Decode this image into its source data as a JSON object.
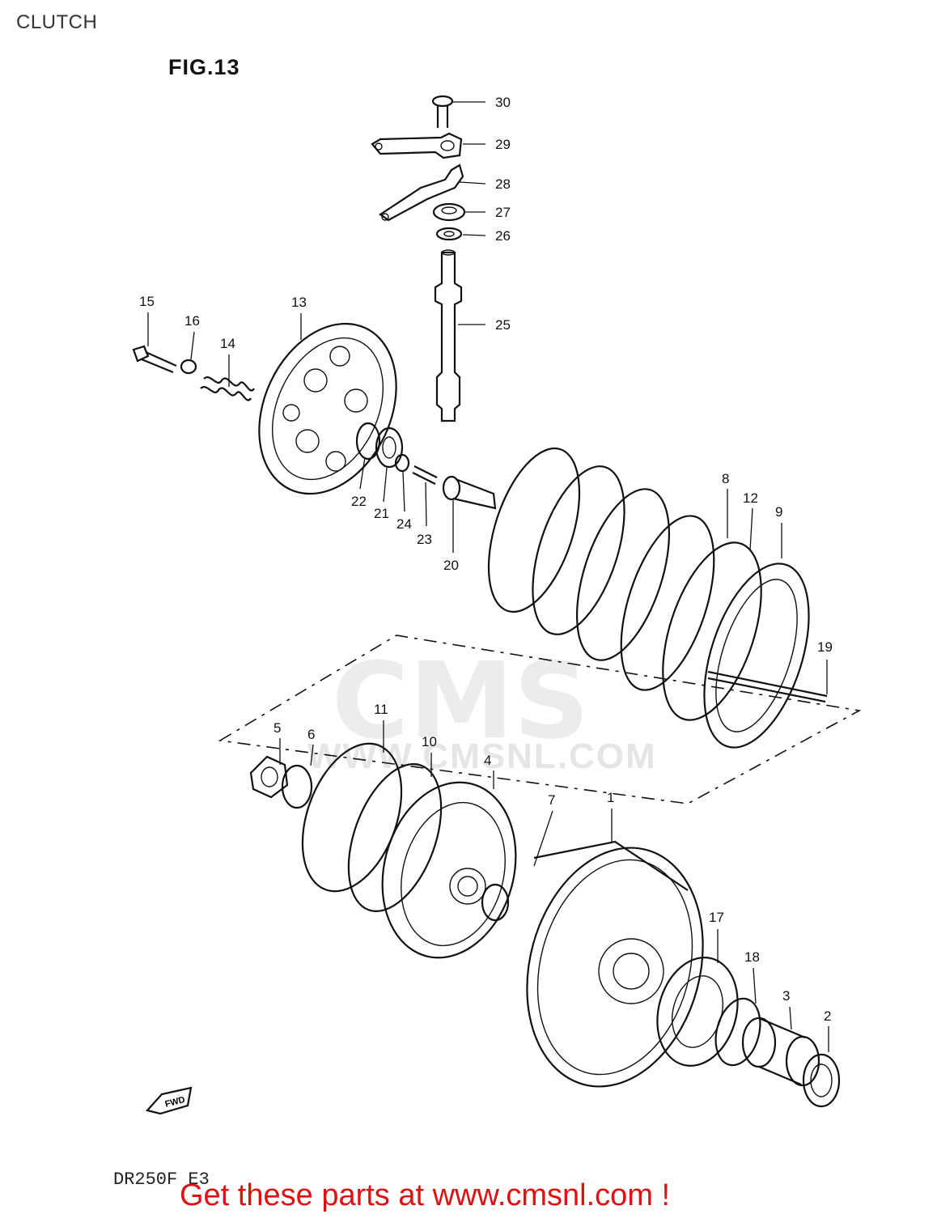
{
  "page_title": "CLUTCH",
  "figure_title": "FIG.13",
  "model_code": "DR250F E3",
  "footer_link_text": "Get these parts at www.cmsnl.com !",
  "watermark": {
    "logo_text": "CMS",
    "url_text": "WWW.CMSNL.COM"
  },
  "colors": {
    "footer_link": "#e01010",
    "line": "#111111",
    "background": "#ffffff"
  },
  "fwd_arrow_label": "FWD",
  "callouts": [
    "1",
    "2",
    "3",
    "4",
    "5",
    "6",
    "7",
    "8",
    "9",
    "10",
    "11",
    "12",
    "13",
    "14",
    "15",
    "16",
    "17",
    "18",
    "19",
    "20",
    "21",
    "22",
    "23",
    "24",
    "25",
    "26",
    "27",
    "28",
    "29",
    "30"
  ]
}
